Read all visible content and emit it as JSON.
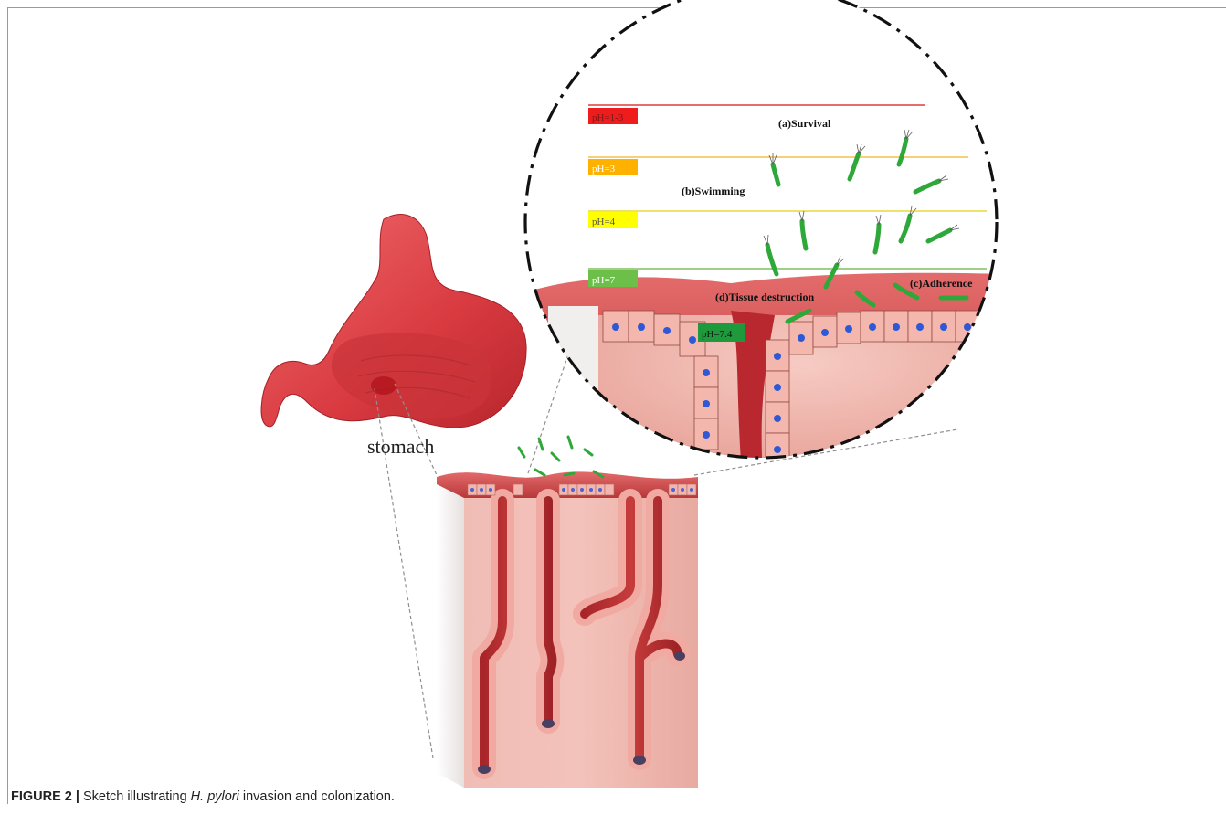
{
  "figure": {
    "caption_label": "FIGURE 2 |",
    "caption_pre": "Sketch illustrating ",
    "caption_italic": "H. pylori",
    "caption_post": " invasion and colonization."
  },
  "organ": {
    "label": "stomach"
  },
  "ph_bands": [
    {
      "label": "pH=1-3",
      "color": "#ee1c1c",
      "text_color": "#7a1a1a",
      "line": "#e23b3b"
    },
    {
      "label": "pH=3",
      "color": "#ffb100",
      "text_color": "#ffffff",
      "line": "#f2c14a"
    },
    {
      "label": "pH=4",
      "color": "#ffff00",
      "text_color": "#555555",
      "line": "#e7d93a"
    },
    {
      "label": "pH=7",
      "color": "#6cc04a",
      "text_color": "#ffffff",
      "line": "#7fc25a"
    }
  ],
  "ph_mucosa": {
    "label": "pH=7.4",
    "color": "#1e9a3c",
    "text_color": "#111111"
  },
  "stages": {
    "survival": "(a)Survival",
    "swimming": "(b)Swimming",
    "adherence": "(c)Adherence",
    "tissue_destruction": "(d)Tissue destruction"
  },
  "colors": {
    "tissue": "#e9a39a",
    "cell": "#f2b5ad",
    "nucleus": "#2f58d6",
    "bacteria": "#2fa83a",
    "stomach": "#e0454a"
  }
}
